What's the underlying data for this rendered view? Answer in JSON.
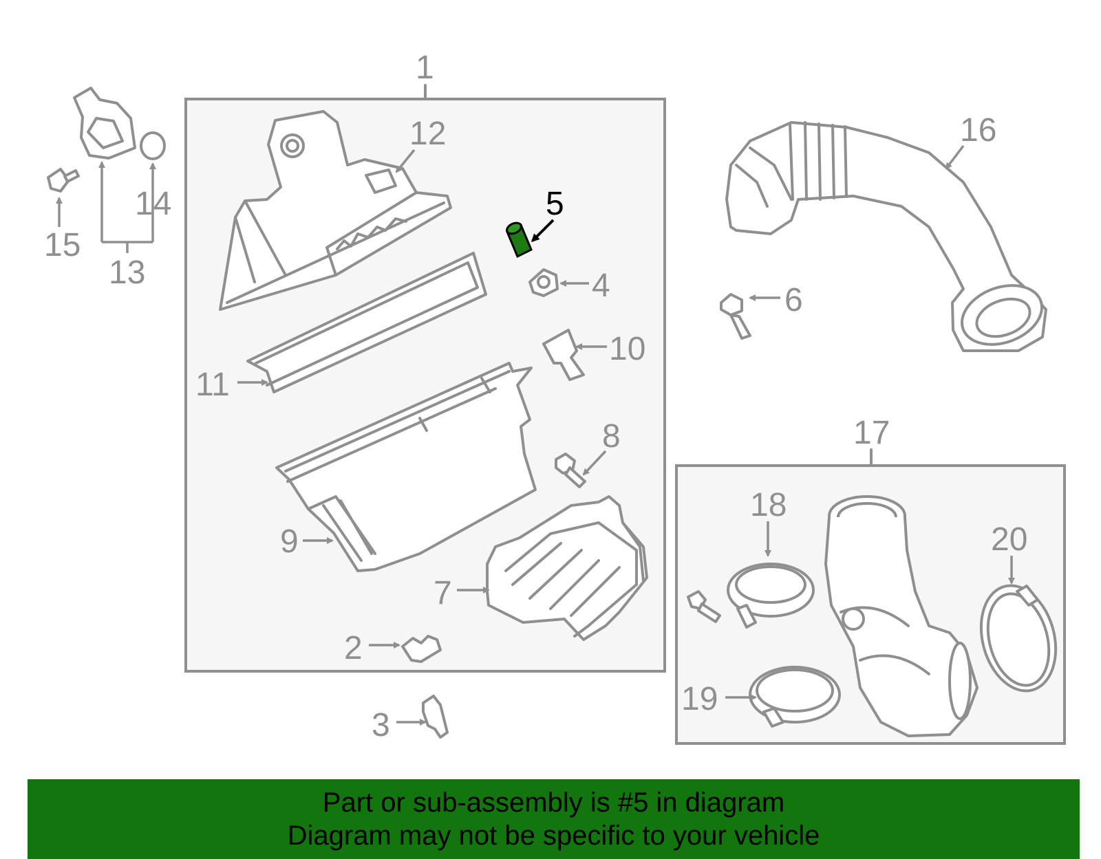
{
  "callouts": {
    "n1": "1",
    "n2": "2",
    "n3": "3",
    "n4": "4",
    "n5": "5",
    "n6": "6",
    "n7": "7",
    "n8": "8",
    "n9": "9",
    "n10": "10",
    "n11": "11",
    "n12": "12",
    "n13": "13",
    "n14": "14",
    "n15": "15",
    "n16": "16",
    "n17": "17",
    "n18": "18",
    "n19": "19",
    "n20": "20"
  },
  "highlight": {
    "part": "5",
    "color": "#1e7a12"
  },
  "banner": {
    "line1": "Part or sub-assembly is #5 in diagram",
    "line2": "Diagram may not be specific to your vehicle",
    "background": "#12750d"
  },
  "colors": {
    "line": "#8f8f8f",
    "box_fill": "#f6f6f6"
  }
}
